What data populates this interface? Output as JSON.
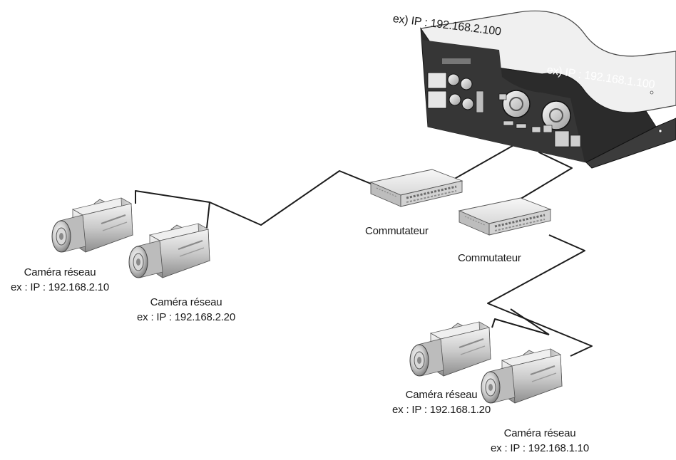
{
  "server": {
    "ip_top": "ex) IP : 192.168.2.100",
    "ip_side": "ex) IP : 192.168.1.100"
  },
  "switches": [
    {
      "label": "Commutateur"
    },
    {
      "label": "Commutateur"
    }
  ],
  "cameras": [
    {
      "name": "Caméra réseau",
      "ip": "ex : IP : 192.168.2.10"
    },
    {
      "name": "Caméra réseau",
      "ip": "ex : IP : 192.168.2.20"
    },
    {
      "name": "Caméra réseau",
      "ip": "ex : IP : 192.168.1.20"
    },
    {
      "name": "Caméra réseau",
      "ip": "ex : IP : 192.168.1.10"
    }
  ],
  "colors": {
    "line": "#1c1c1c",
    "device_dark": "#2b2b2b",
    "device_light": "#e6e6e6"
  }
}
